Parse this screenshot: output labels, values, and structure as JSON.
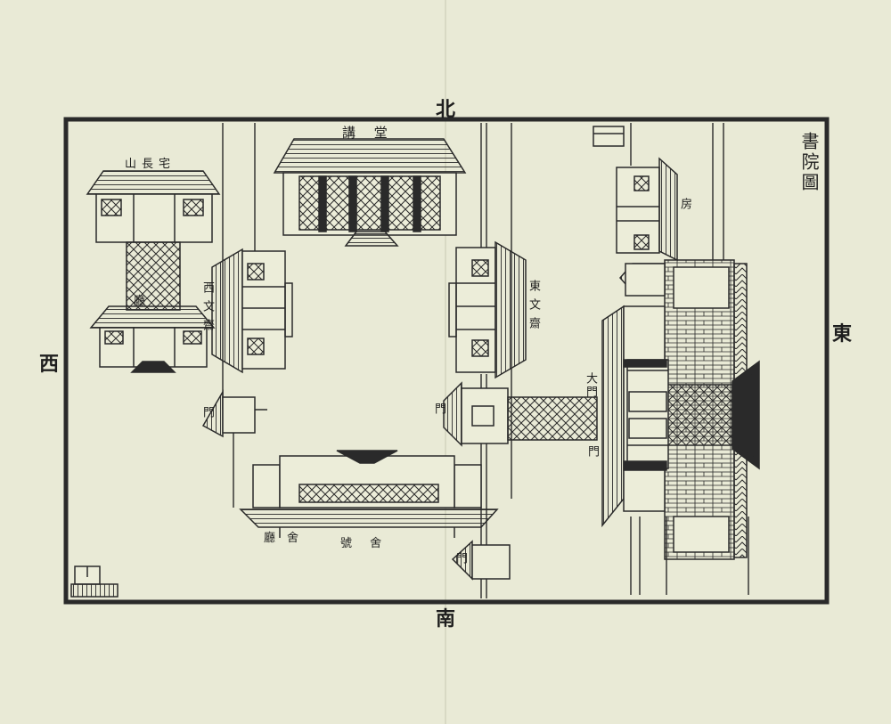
{
  "map": {
    "title": "書院圖",
    "directions": {
      "north": "北",
      "south": "南",
      "east": "東",
      "west": "西"
    },
    "labels": {
      "lecture_hall": "講 堂",
      "headmaster_residence": "山長宅",
      "west_study": "西 文 齋",
      "east_study": "東 文 齋",
      "west_gate": "門",
      "inner_gate": "門",
      "main_gate": "大門",
      "side_gate": "門",
      "guardhouse": "門",
      "south_hall": "號 舍",
      "annex_left": "廳",
      "annex_right": "舍",
      "reading_room": "廳",
      "east_room": "房"
    },
    "colors": {
      "paper": "#e9ead6",
      "ink": "#1e1e1e",
      "border": "#2a2a2a"
    }
  }
}
